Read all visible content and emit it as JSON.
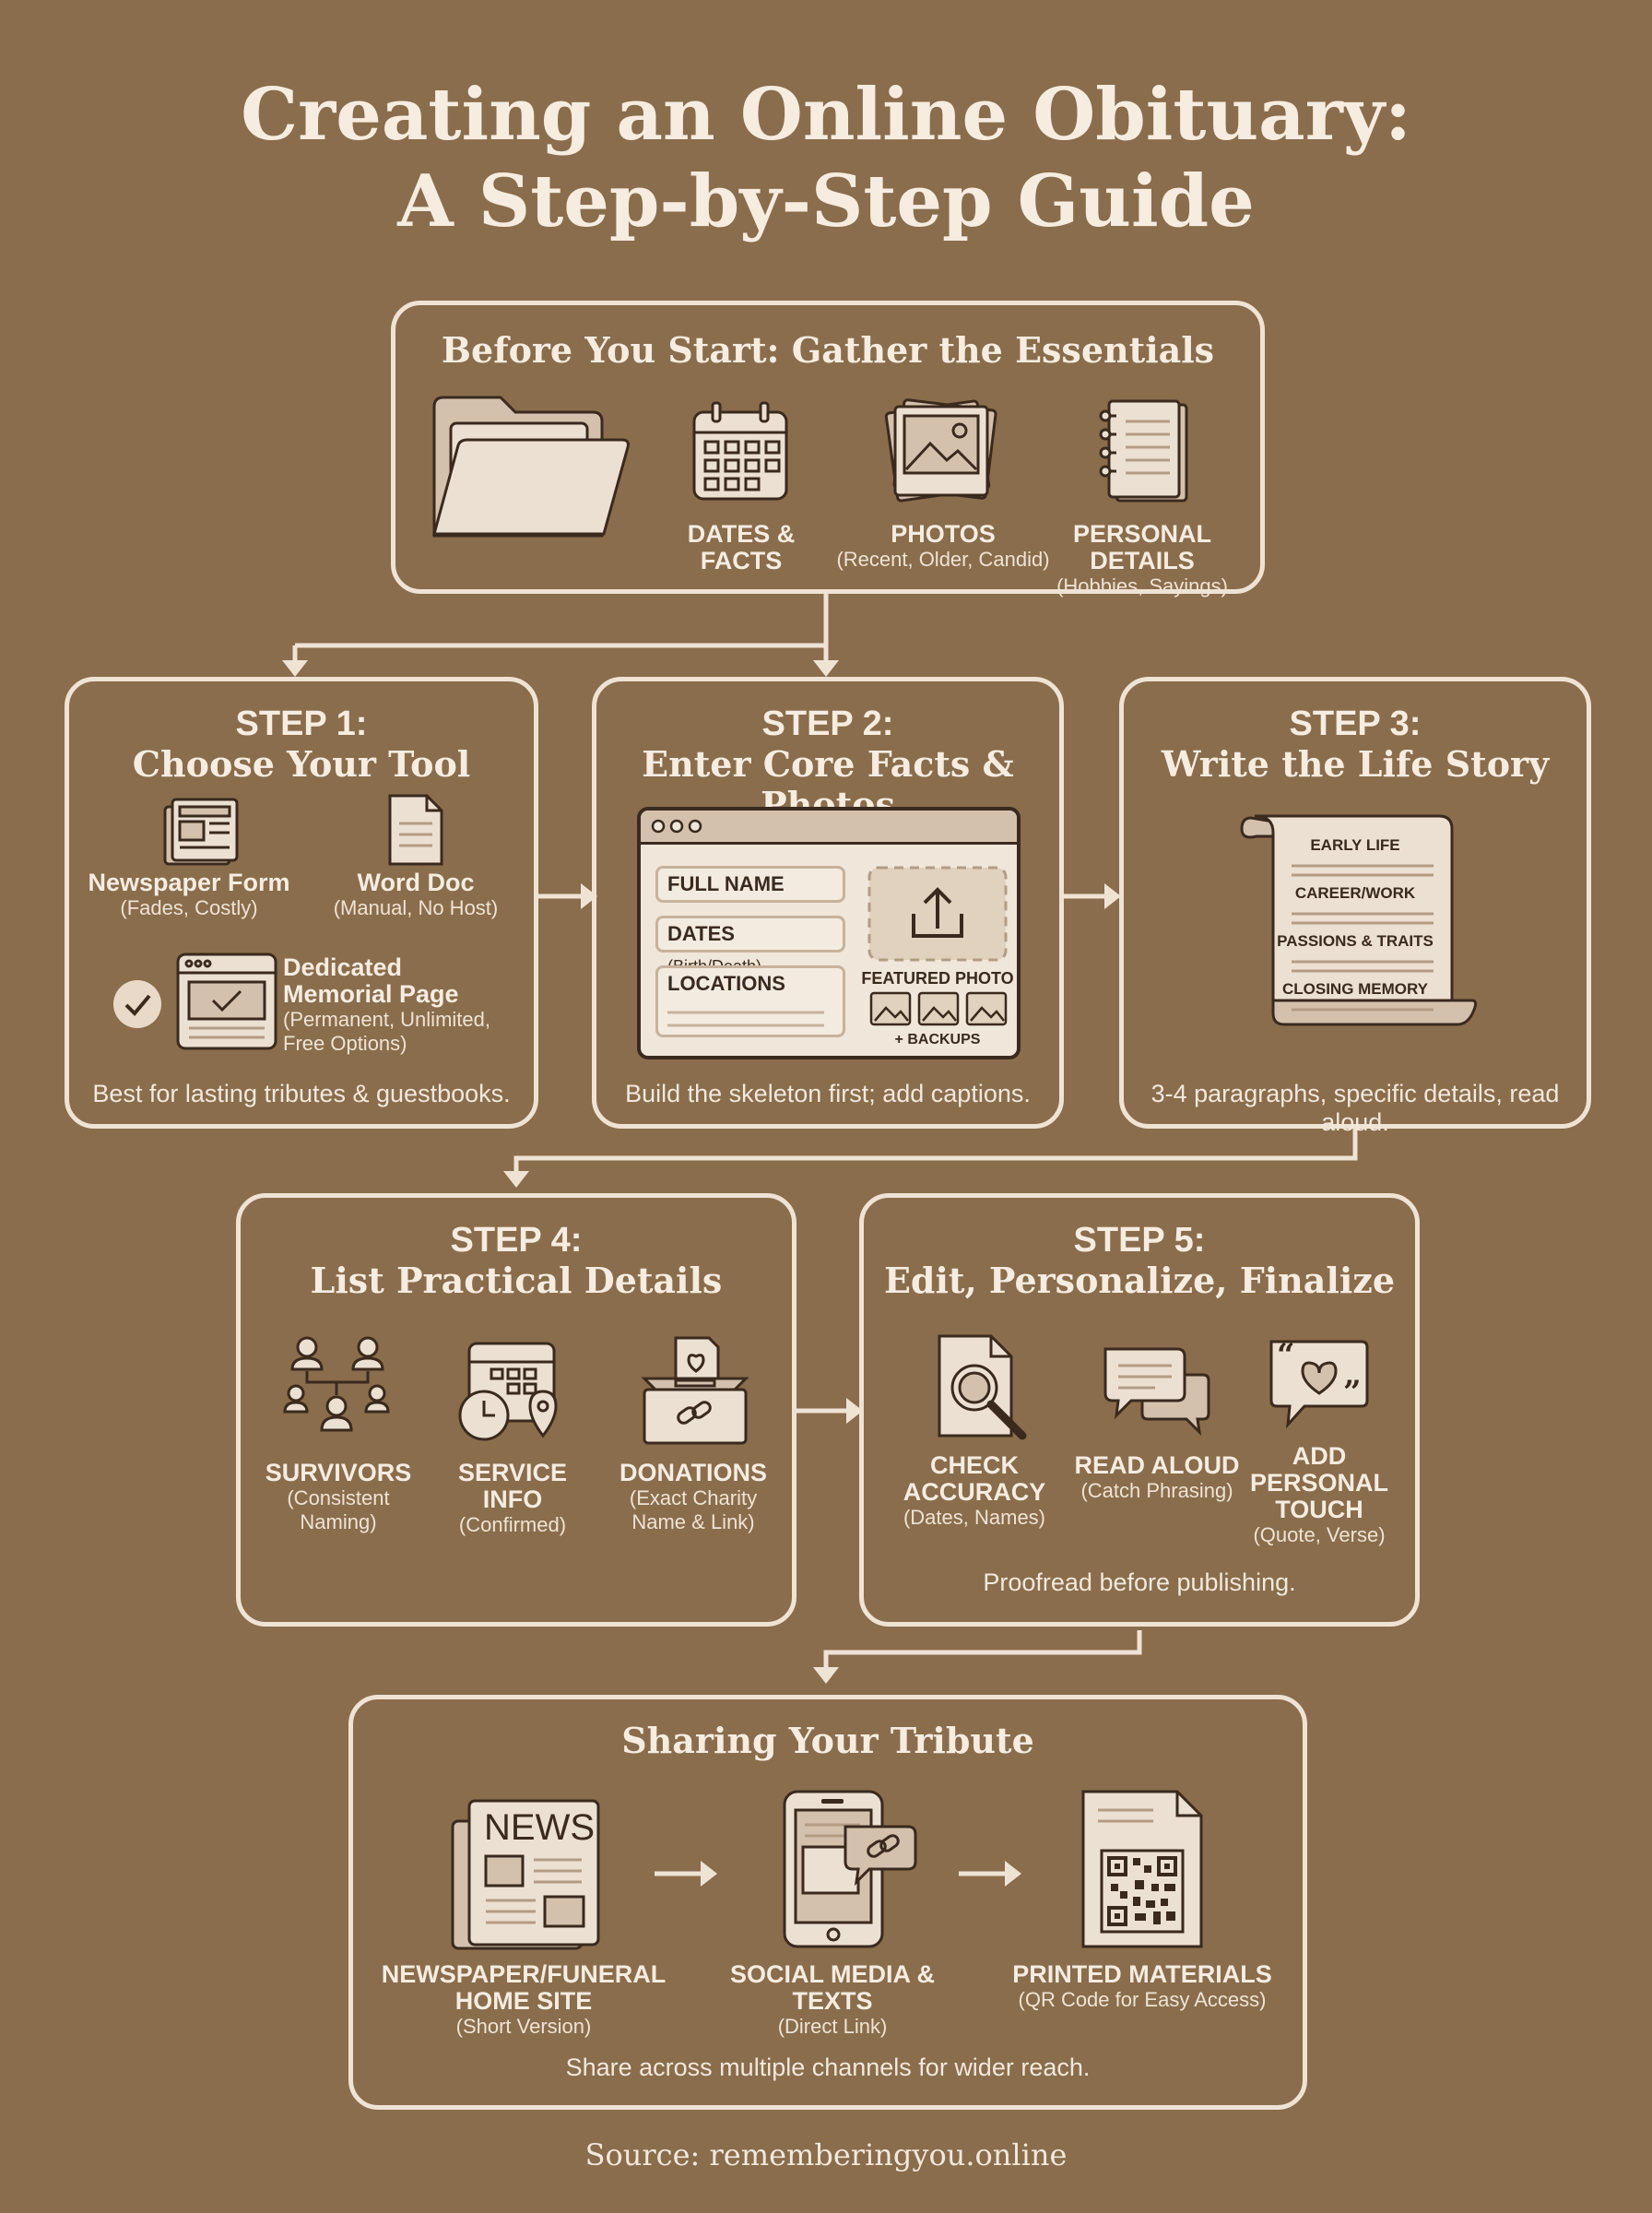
{
  "title": {
    "line1": "Creating an Online Obituary:",
    "line2": "A Step-by-Step Guide"
  },
  "essentials": {
    "heading": "Before You Start: Gather the Essentials",
    "items": [
      {
        "label": "DATES & FACTS",
        "sub": "",
        "icon": "calendar-icon"
      },
      {
        "label": "PHOTOS",
        "sub": "(Recent, Older, Candid)",
        "icon": "photos-icon"
      },
      {
        "label": "PERSONAL DETAILS",
        "sub": "(Hobbies, Sayings)",
        "icon": "notebook-icon"
      }
    ],
    "folder_icon": "folder-icon"
  },
  "step1": {
    "number": "STEP 1:",
    "title": "Choose Your Tool",
    "options": [
      {
        "label": "Newspaper Form",
        "sub": "(Fades, Costly)"
      },
      {
        "label": "Word Doc",
        "sub": "(Manual, No Host)"
      },
      {
        "label_line1": "Dedicated",
        "label_line2": "Memorial Page",
        "sub_line1": "(Permanent, Unlimited,",
        "sub_line2": "Free Options)"
      }
    ],
    "caption": "Best for lasting tributes & guestbooks."
  },
  "step2": {
    "number": "STEP 2:",
    "title": "Enter Core Facts & Photos",
    "fields": {
      "full_name": "FULL NAME",
      "dates": "DATES",
      "dates_sub": "(Birth/Death)",
      "locations": "LOCATIONS"
    },
    "featured_photo": "FEATURED PHOTO",
    "backups": "+ BACKUPS",
    "caption": "Build the skeleton first; add captions."
  },
  "step3": {
    "number": "STEP 3:",
    "title": "Write the Life Story",
    "sections": [
      "EARLY LIFE",
      "CAREER/WORK",
      "PASSIONS & TRAITS",
      "CLOSING MEMORY"
    ],
    "caption": "3-4 paragraphs, specific details, read aloud."
  },
  "step4": {
    "number": "STEP 4:",
    "title": "List Practical Details",
    "items": [
      {
        "label": "SURVIVORS",
        "sub_line1": "(Consistent",
        "sub_line2": "Naming)"
      },
      {
        "label": "SERVICE INFO",
        "sub_line1": "(Confirmed)",
        "sub_line2": ""
      },
      {
        "label": "DONATIONS",
        "sub_line1": "(Exact Charity",
        "sub_line2": "Name & Link)"
      }
    ]
  },
  "step5": {
    "number": "STEP 5:",
    "title": "Edit, Personalize, Finalize",
    "items": [
      {
        "label_line1": "CHECK",
        "label_line2": "ACCURACY",
        "label_line3": "",
        "sub": "(Dates, Names)"
      },
      {
        "label_line1": "READ ALOUD",
        "label_line2": "",
        "label_line3": "",
        "sub": "(Catch Phrasing)"
      },
      {
        "label_line1": "ADD",
        "label_line2": "PERSONAL",
        "label_line3": "TOUCH",
        "sub": "(Quote, Verse)"
      }
    ],
    "caption": "Proofread before publishing."
  },
  "sharing": {
    "heading": "Sharing Your Tribute",
    "news_text": "NEWS",
    "items": [
      {
        "label_line1": "NEWSPAPER/FUNERAL",
        "label_line2": "HOME SITE",
        "sub": "(Short Version)"
      },
      {
        "label_line1": "SOCIAL MEDIA & TEXTS",
        "label_line2": "",
        "sub": "(Direct Link)"
      },
      {
        "label_line1": "PRINTED MATERIALS",
        "label_line2": "",
        "sub": "(QR Code for Easy Access)"
      }
    ],
    "caption": "Share across multiple channels for wider reach."
  },
  "source": "Source: rememberingyou.online",
  "colors": {
    "background": "#8a6d4c",
    "border": "#efe3d4",
    "icon_fill": "#ece0d2",
    "icon_stroke": "#3a2a1e"
  }
}
